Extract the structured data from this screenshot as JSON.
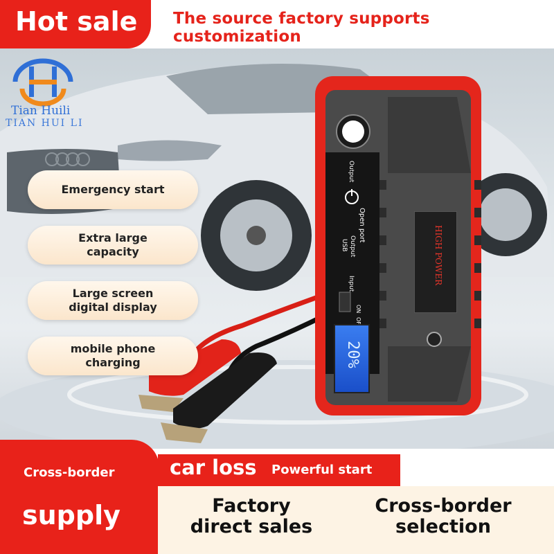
{
  "banner": {
    "hot_sale": "Hot sale",
    "slogan": "The source factory supports customization"
  },
  "brand": {
    "name_line1": "Tian Huili",
    "name_line2": "TIAN HUI LI"
  },
  "features": [
    {
      "label": "Emergency start"
    },
    {
      "label": "Extra large capacity"
    },
    {
      "label": "Large screen digital display"
    },
    {
      "label": "mobile phone charging"
    }
  ],
  "device": {
    "output": "Output",
    "open_port": "Open port",
    "output_usb_1": "Output",
    "output_usb_2": "USB",
    "input": "Input",
    "on": "ON",
    "off": "OFF",
    "badge": "HIGH POWER",
    "lcd_value": "20%"
  },
  "bottom": {
    "cross_border": "Cross-border",
    "supply": "supply",
    "car_loss": "car loss",
    "powerful_start": "Powerful start",
    "factory_direct": "Factory direct sales",
    "cross_border_selection": "Cross-border selection"
  },
  "colors": {
    "brand_red": "#e8221a",
    "cream": "#fdf3e4",
    "device_grey": "#4a4a4a"
  }
}
